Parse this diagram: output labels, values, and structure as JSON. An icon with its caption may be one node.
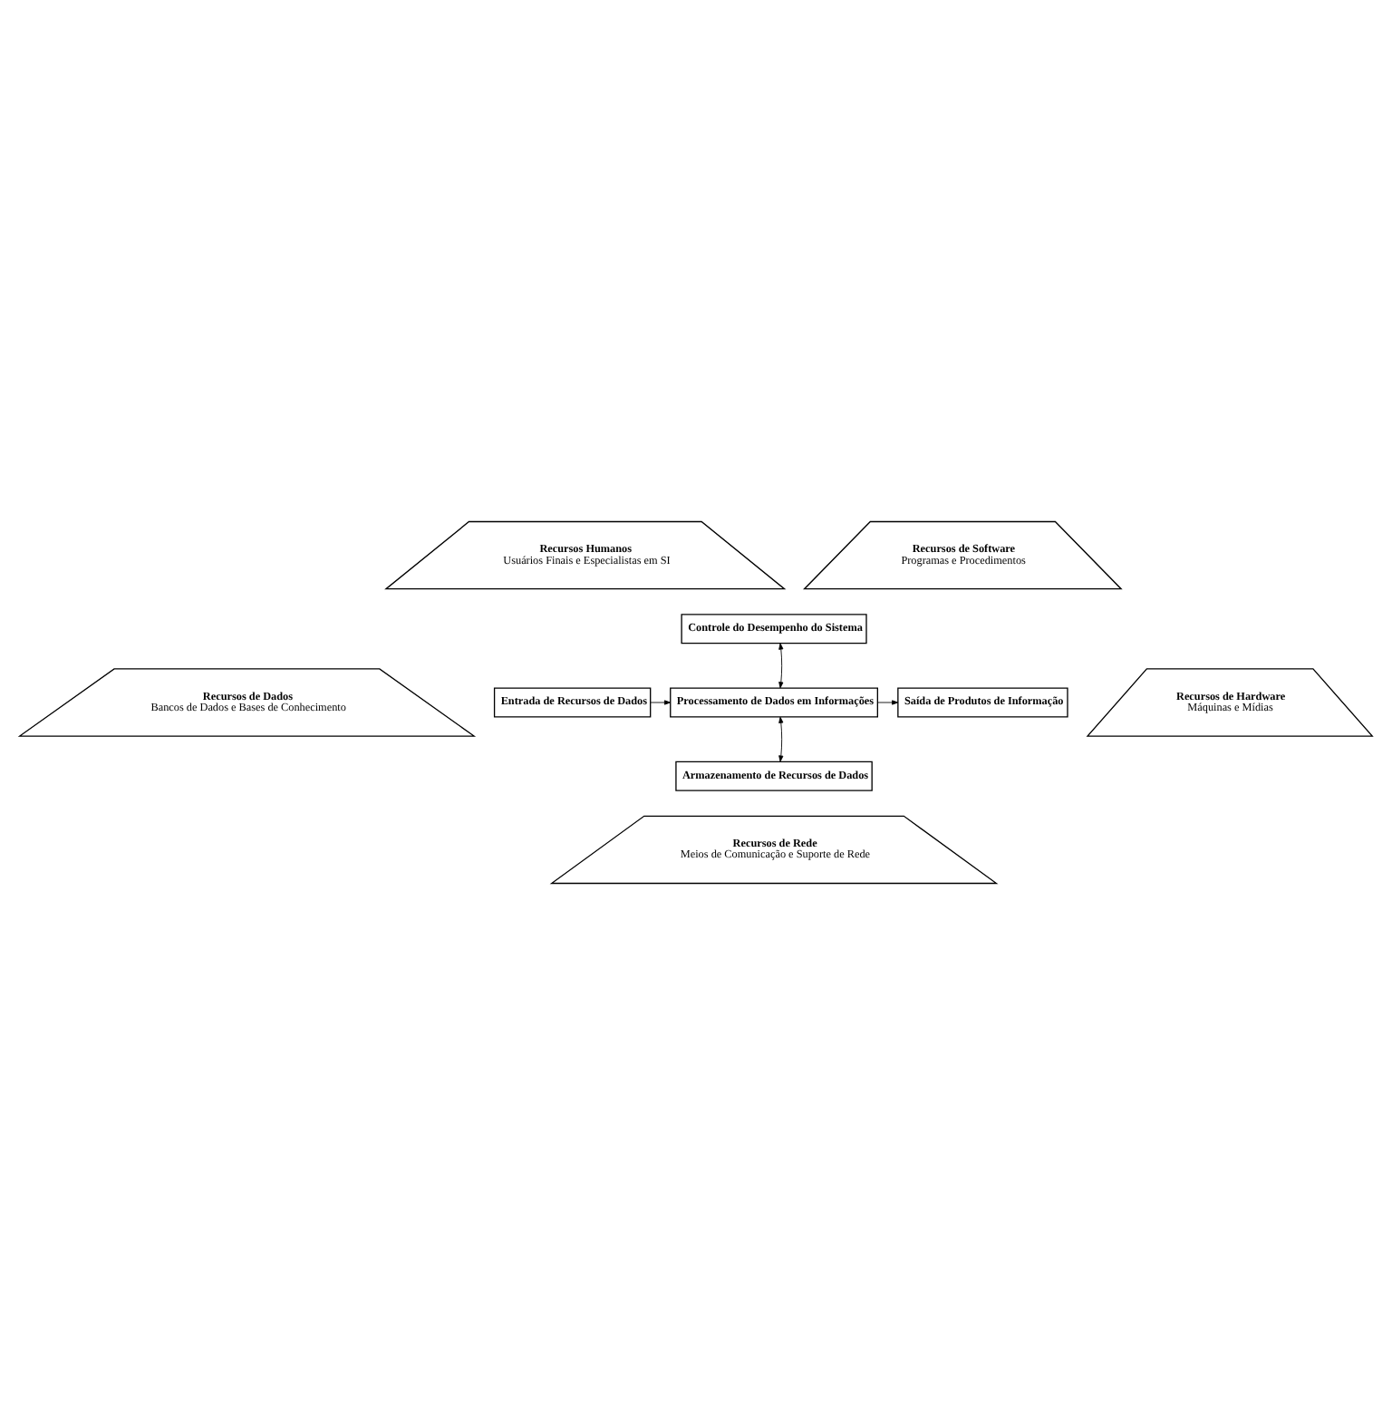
{
  "diagram": {
    "nodes": [
      {
        "text": [
          "Recursos Humanos",
          "Usuários Finais e Especialistas em SI"
        ]
      },
      {
        "text": [
          "Recursos de Software",
          "Programas e Procedimentos"
        ]
      },
      {
        "text": [
          "Controle do Desempenho do Sistema"
        ]
      },
      {
        "text": [
          "Recursos de Dados",
          "Bancos de Dados e Bases de Conhecimento"
        ]
      },
      {
        "text": [
          "Entrada de Recursos de Dados"
        ]
      },
      {
        "text": [
          "Processamento de Dados em Informações"
        ]
      },
      {
        "text": [
          "Saída de Produtos de Informação"
        ]
      },
      {
        "text": [
          "Recursos de Hardware",
          "Máquinas e Mídias"
        ]
      },
      {
        "text": [
          "Armazenamento de Recursos de Dados"
        ]
      },
      {
        "text": [
          "Recursos de Rede",
          "Meios de Comunicação e Suporte de Rede"
        ]
      }
    ],
    "edges": [
      {
        "from": 2,
        "to": 5,
        "arrow": "both"
      },
      {
        "from": 4,
        "to": 5,
        "arrow": "to"
      },
      {
        "from": 5,
        "to": 6,
        "arrow": "to"
      },
      {
        "from": 5,
        "to": 8,
        "arrow": "both"
      }
    ]
  }
}
